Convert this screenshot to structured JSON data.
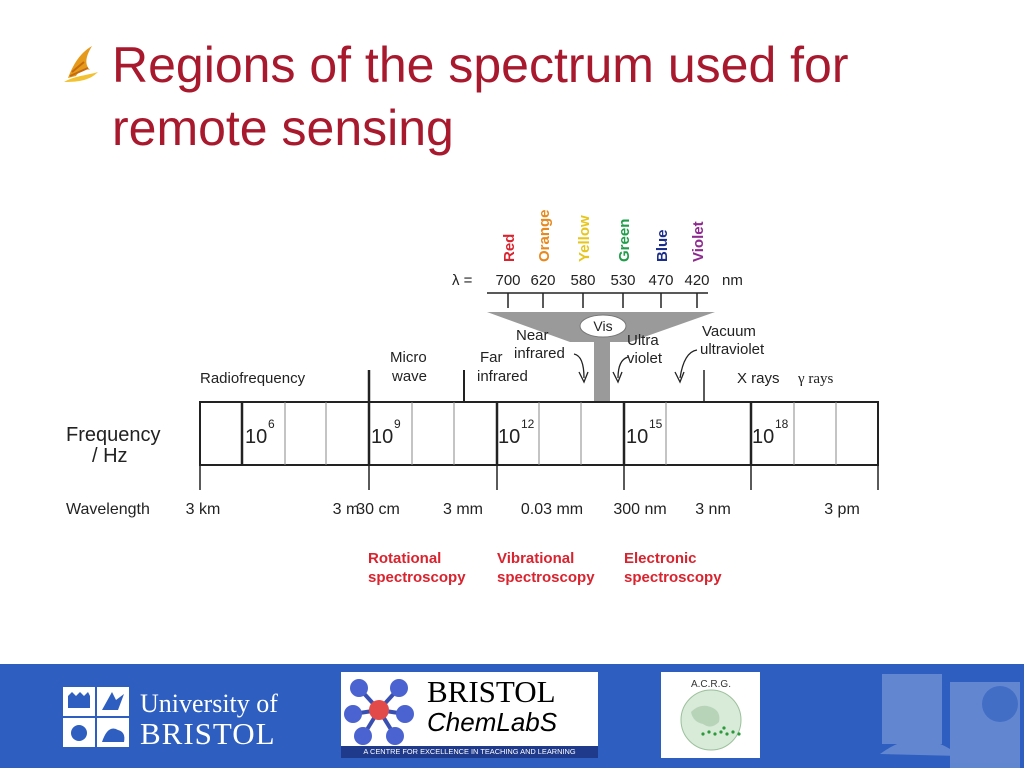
{
  "slide": {
    "title": "Regions of the spectrum used for remote sensing",
    "title_color": "#a8192e",
    "bullet_icon": "flame-bullet-icon"
  },
  "diagram": {
    "visible_colors": [
      {
        "label": "Red",
        "color": "#d9232e"
      },
      {
        "label": "Orange",
        "color": "#e8891d"
      },
      {
        "label": "Yellow",
        "color": "#e6c51c"
      },
      {
        "label": "Green",
        "color": "#1e9d4b"
      },
      {
        "label": "Blue",
        "color": "#1b2e8c"
      },
      {
        "label": "Violet",
        "color": "#8e2a8f"
      }
    ],
    "lambda_label": "λ =",
    "lambda_values": [
      "700",
      "620",
      "580",
      "530",
      "470",
      "420"
    ],
    "lambda_unit": "nm",
    "vis_label": "Vis",
    "near_ir_label": [
      "Near",
      "infrared"
    ],
    "far_ir_label": [
      "Far",
      "infrared"
    ],
    "microwave_label": [
      "Micro",
      "wave"
    ],
    "radiofrequency_label": "Radiofrequency",
    "uv_label": [
      "Ultra",
      "violet"
    ],
    "vacuum_uv_label": [
      "Vacuum",
      "ultraviolet"
    ],
    "xray_label": "X rays",
    "gamma_label": "γ rays",
    "frequency_label": [
      "Frequency",
      "/ Hz"
    ],
    "frequency_ticks": [
      {
        "base": "10",
        "exp": "6"
      },
      {
        "base": "10",
        "exp": "9"
      },
      {
        "base": "10",
        "exp": "12"
      },
      {
        "base": "10",
        "exp": "15"
      },
      {
        "base": "10",
        "exp": "18"
      }
    ],
    "wavelength_label": "Wavelength",
    "wavelength_ticks": [
      "3 km",
      "3 m",
      "30 cm",
      "3 mm",
      "0.03 mm",
      "300 nm",
      "3 nm",
      "3 pm"
    ],
    "spectroscopy": [
      {
        "line1": "Rotational",
        "line2": "spectroscopy"
      },
      {
        "line1": "Vibrational",
        "line2": "spectroscopy"
      },
      {
        "line1": "Electronic",
        "line2": "spectroscopy"
      }
    ],
    "spectroscopy_color": "#d9232e",
    "funnel_color": "#9a9a9a"
  },
  "footer": {
    "background": "#2d5ec0",
    "uob_line1": "University of",
    "uob_line2": "BRISTOL",
    "chem_bristol": "BRISTOL",
    "chem_chemlabs": "ChemLabS",
    "chem_tagline": "A CENTRE FOR EXCELLENCE IN TEACHING AND LEARNING",
    "acrg_text": "A.C.R.G."
  }
}
